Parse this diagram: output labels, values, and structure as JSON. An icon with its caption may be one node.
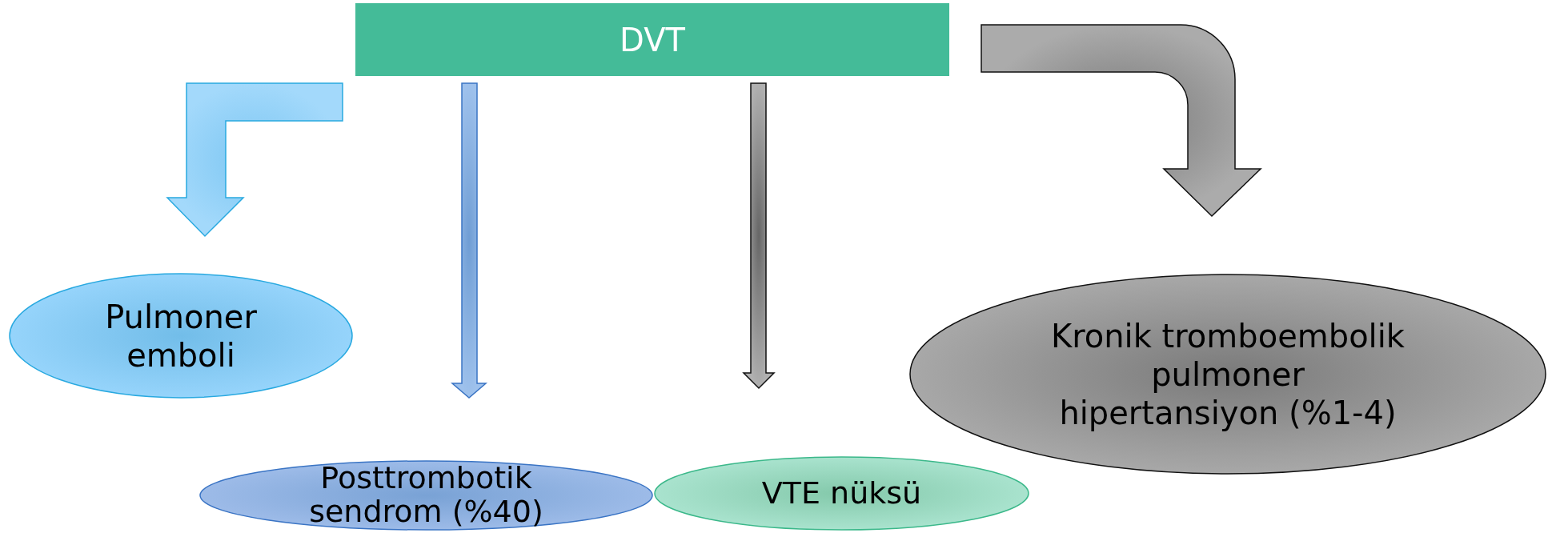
{
  "diagram": {
    "nodes": [
      {
        "text": [
          "DVT"
        ]
      },
      {
        "text": [
          "Pulmoner emboli"
        ]
      },
      {
        "text": [
          "Posttrombotik sendrom (%40)"
        ]
      },
      {
        "text": [
          "VTE nüksü"
        ]
      },
      {
        "text": [
          "Kronik tromboembolik pulmoner hipertansiyon (%1-4)"
        ]
      }
    ],
    "edges": [
      {
        "from": 0,
        "to": 1,
        "arrow": "to"
      },
      {
        "from": 0,
        "to": 2,
        "arrow": "to"
      },
      {
        "from": 0,
        "to": 3,
        "arrow": "to"
      },
      {
        "from": 0,
        "to": 4,
        "arrow": "to"
      }
    ]
  }
}
